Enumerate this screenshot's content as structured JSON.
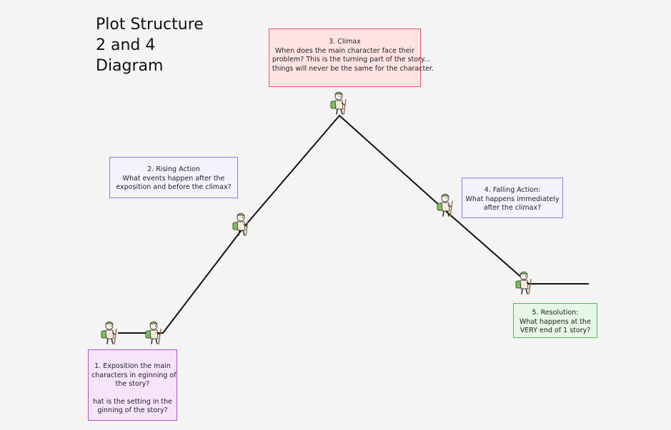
{
  "title": [
    "Plot Structure",
    "2 and 4",
    "Diagram"
  ],
  "boxes": {
    "climax": [
      "3. Climax",
      "When does the main character face their",
      "problem? This is the turning part of the story...",
      "things will never be the same for the character."
    ],
    "rising": [
      "2. Rising Action",
      "What events happen after the",
      "exposition and before the climax?"
    ],
    "falling": [
      "4. Falling Action:",
      "What happens immediately",
      "after the climax?"
    ],
    "resolution": [
      "5. Resolution:",
      "What happens at the",
      "VERY end of 1 story?"
    ],
    "exposition": [
      "1. Exposition the main",
      "characters in eginning of",
      "the story?",
      "",
      "hat is the setting in the",
      "ginning of the story?"
    ]
  },
  "colors": {
    "climax_border": "#f0506a",
    "action_border": "#8c7bd8",
    "resolution_border": "#4fb65a",
    "exposition_border": "#b44fd6",
    "line": "#111111"
  },
  "icons": [
    "hiker-icon"
  ]
}
